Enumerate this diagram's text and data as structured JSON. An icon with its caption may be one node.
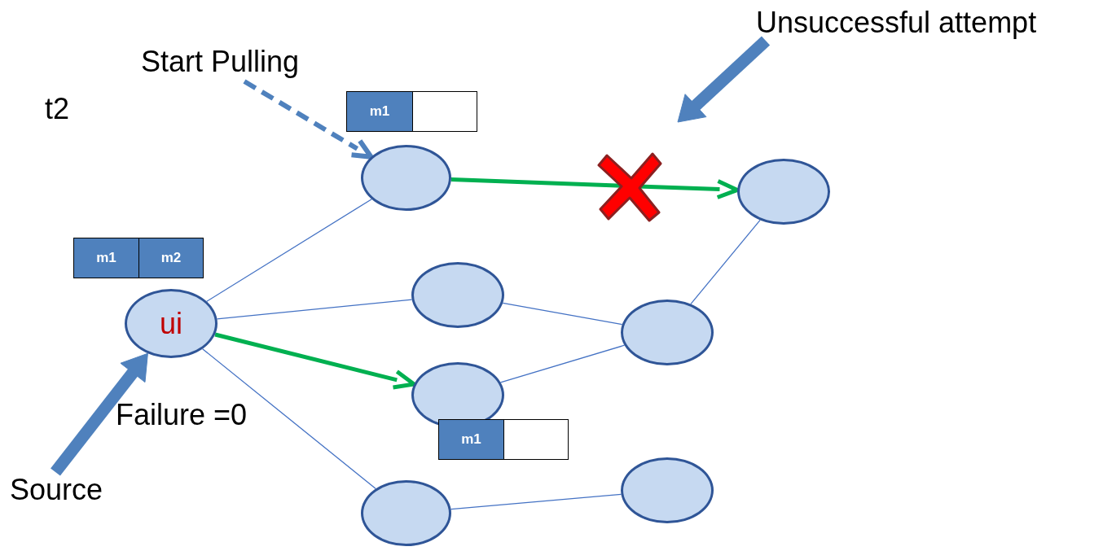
{
  "diagram": {
    "nodes": [
      {
        "text": [
          "Unsuccessful attempt"
        ]
      },
      {
        "text": [
          "Start Pulling"
        ]
      },
      {
        "text": [
          "m1"
        ]
      },
      {
        "text": [],
        "shape": "box"
      },
      {
        "text": [],
        "shape": "ellipse"
      },
      {
        "text": [],
        "shape": "ellipse"
      },
      {
        "text": [
          "m1"
        ]
      },
      {
        "text": [
          "m2"
        ]
      },
      {
        "text": [],
        "shape": "ellipse"
      },
      {
        "text": [
          "ui"
        ]
      },
      {
        "text": [],
        "shape": "ellipse"
      },
      {
        "text": [],
        "shape": "ellipse"
      },
      {
        "text": [
          "m1"
        ]
      },
      {
        "text": [],
        "shape": "box"
      },
      {
        "text": [
          "Source"
        ]
      },
      {
        "text": [],
        "shape": "ellipse"
      },
      {
        "text": [],
        "shape": "ellipse"
      }
    ],
    "edges": [
      {
        "from": 1,
        "to": 4,
        "arrow": "to",
        "style": "dashed",
        "color": "#4f81bd"
      },
      {
        "from": 0,
        "to": null,
        "arrow": "to",
        "style": "thick",
        "color": "#4f81bd"
      },
      {
        "from": 14,
        "to": 9,
        "arrow": "to",
        "style": "thick",
        "color": "#4f81bd"
      },
      {
        "from": 4,
        "to": 5,
        "arrow": "to",
        "style": "thick",
        "color": "#00b050"
      },
      {
        "from": 9,
        "to": 11,
        "arrow": "to",
        "style": "thick",
        "color": "#00b050"
      },
      {
        "from": 9,
        "to": 4,
        "arrow": "none"
      },
      {
        "from": 9,
        "to": 8,
        "arrow": "none"
      },
      {
        "from": 9,
        "to": 16,
        "arrow": "none"
      },
      {
        "from": 8,
        "to": 10,
        "arrow": "none"
      },
      {
        "from": 11,
        "to": 10,
        "arrow": "none"
      },
      {
        "from": 10,
        "to": 5,
        "arrow": "none"
      },
      {
        "from": 16,
        "to": 15,
        "arrow": "none"
      }
    ],
    "labels": [
      "t2",
      "Failure =0"
    ]
  }
}
